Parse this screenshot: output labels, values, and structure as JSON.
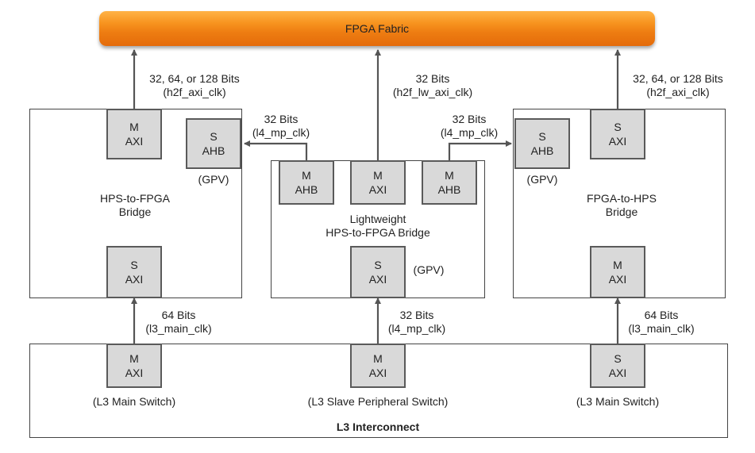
{
  "fabric": {
    "label": "FPGA Fabric"
  },
  "bridges": {
    "h2f": {
      "name_line1": "HPS-to-FPGA",
      "name_line2": "Bridge",
      "top_port": [
        "M",
        "AXI"
      ],
      "bottom_port": [
        "S",
        "AXI"
      ],
      "gpv_port": [
        "S",
        "AHB"
      ],
      "gpv_label": "(GPV)"
    },
    "lw": {
      "name_line1": "Lightweight",
      "name_line2": "HPS-to-FPGA Bridge",
      "ports": [
        [
          "M",
          "AHB"
        ],
        [
          "M",
          "AXI"
        ],
        [
          "M",
          "AHB"
        ]
      ],
      "bottom_port": [
        "S",
        "AXI"
      ],
      "gpv_label": "(GPV)"
    },
    "f2h": {
      "name_line1": "FPGA-to-HPS",
      "name_line2": "Bridge",
      "top_port": [
        "S",
        "AXI"
      ],
      "bottom_port": [
        "M",
        "AXI"
      ],
      "gpv_port": [
        "S",
        "AHB"
      ],
      "gpv_label": "(GPV)"
    }
  },
  "connections": {
    "h2f_up": {
      "width": "32, 64, or 128 Bits",
      "clock": "(h2f_axi_clk)"
    },
    "lw_up": {
      "width": "32 Bits",
      "clock": "(h2f_lw_axi_clk)"
    },
    "f2h_up": {
      "width": "32, 64, or 128 Bits",
      "clock": "(h2f_axi_clk)"
    },
    "gpv_left": {
      "width": "32 Bits",
      "clock": "(l4_mp_clk)"
    },
    "gpv_right": {
      "width": "32 Bits",
      "clock": "(l4_mp_clk)"
    },
    "h2f_down": {
      "width": "64 Bits",
      "clock": "(l3_main_clk)"
    },
    "lw_down": {
      "width": "32 Bits",
      "clock": "(l4_mp_clk)"
    },
    "f2h_down": {
      "width": "64 Bits",
      "clock": "(l3_main_clk)"
    }
  },
  "interconnect": {
    "title": "L3 Interconnect",
    "switches": [
      {
        "port": [
          "M",
          "AXI"
        ],
        "label": "(L3 Main Switch)"
      },
      {
        "port": [
          "M",
          "AXI"
        ],
        "label": "(L3 Slave Peripheral Switch)"
      },
      {
        "port": [
          "S",
          "AXI"
        ],
        "label": "(L3 Main Switch)"
      }
    ]
  },
  "colors": {
    "fabric_top": "#ffb347",
    "fabric_bottom": "#e46b0a",
    "port_fill": "#d9d9d9",
    "port_border": "#5a5a5a",
    "line": "#555555"
  }
}
